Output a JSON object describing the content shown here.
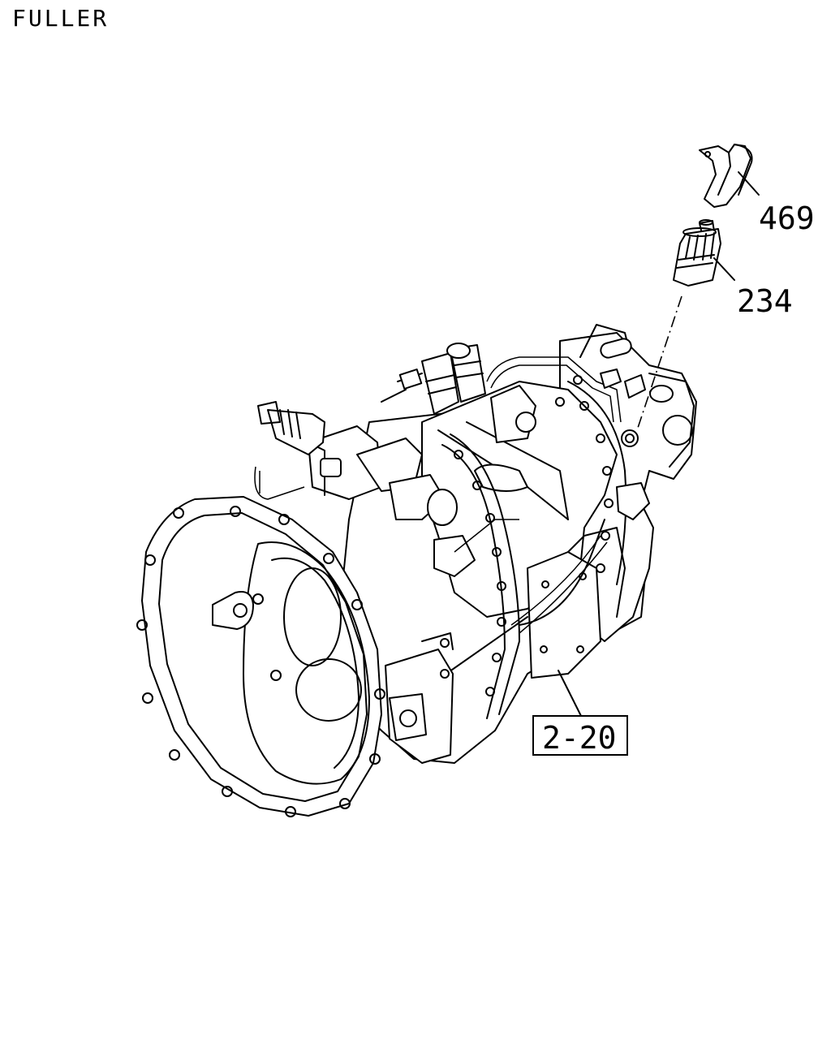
{
  "heading": "FULLER",
  "callouts": [
    {
      "id": "clip",
      "label": "469"
    },
    {
      "id": "sensor",
      "label": "234"
    },
    {
      "id": "transmission-ref",
      "label": "2-20",
      "boxed": true
    }
  ],
  "icons": [
    "transmission-assembly-drawing",
    "clip-part-drawing",
    "sensor-part-drawing"
  ]
}
